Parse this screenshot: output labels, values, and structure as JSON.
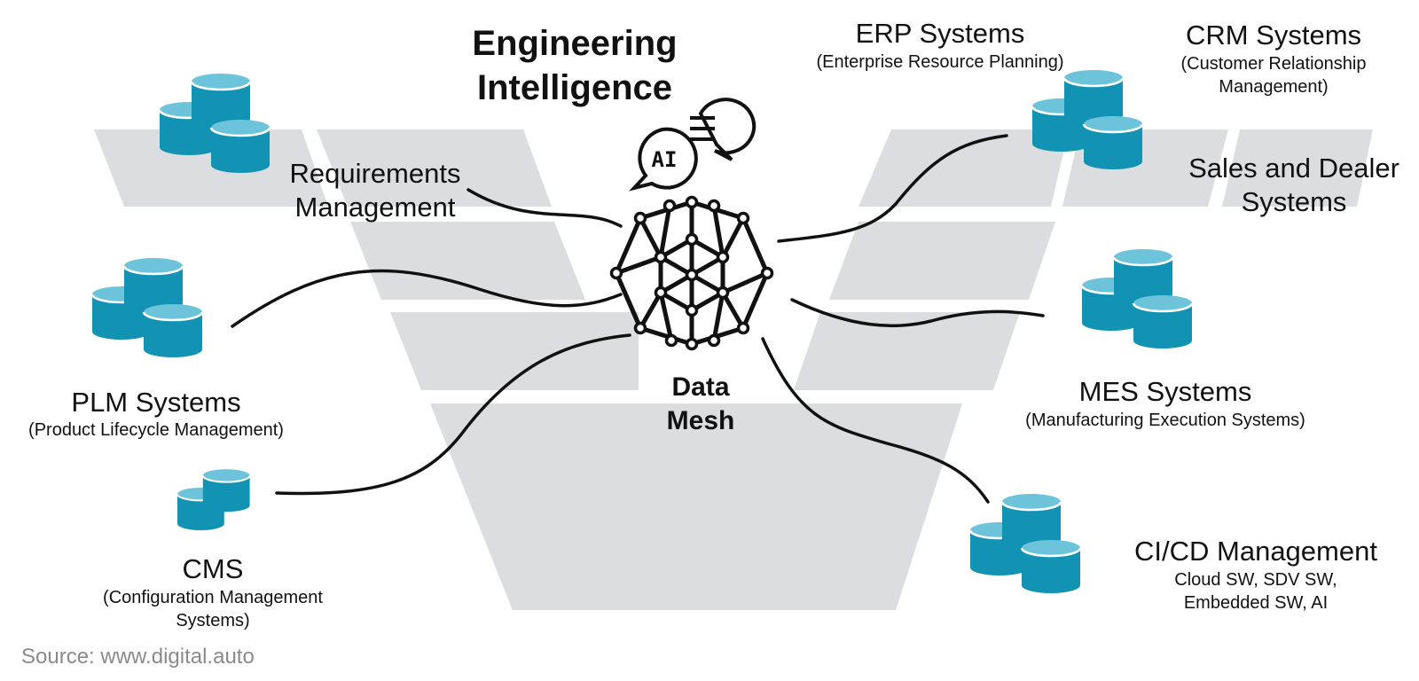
{
  "title": {
    "line1": "Engineering",
    "line2": "Intelligence"
  },
  "hub": {
    "line1": "Data",
    "line2": "Mesh",
    "ai_badge": "AI"
  },
  "source": "Source: www.digital.auto",
  "colors": {
    "db_fill": "#1293b4",
    "db_top": "#6cc3da",
    "band": "#dbdde1",
    "line": "#111111"
  },
  "systems": {
    "requirements": {
      "name_lines": [
        "Requirements",
        "Management"
      ]
    },
    "plm": {
      "name": "PLM Systems",
      "desc_lines": [
        "(Product Lifecycle Management)"
      ]
    },
    "cms": {
      "name": "CMS",
      "desc_lines": [
        "(Configuration Management",
        "Systems)"
      ]
    },
    "erp": {
      "name": "ERP Systems",
      "desc_lines": [
        "(Enterprise Resource Planning)"
      ]
    },
    "crm": {
      "name": "CRM Systems",
      "desc_lines": [
        "(Customer Relationship",
        "Management)"
      ]
    },
    "sales": {
      "name_lines": [
        "Sales and Dealer",
        "Systems"
      ]
    },
    "mes": {
      "name": "MES Systems",
      "desc_lines": [
        "(Manufacturing Execution Systems)"
      ]
    },
    "cicd": {
      "name": "CI/CD Management",
      "desc_lines": [
        "Cloud SW, SDV SW,",
        "Embedded SW, AI"
      ]
    }
  }
}
